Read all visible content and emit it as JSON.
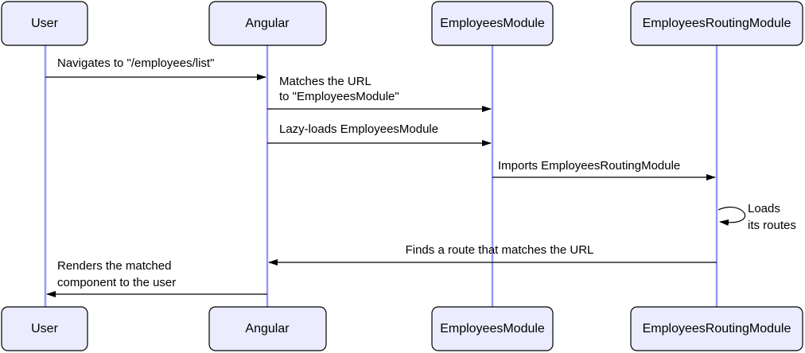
{
  "actors": [
    {
      "id": "user",
      "label": "User"
    },
    {
      "id": "angular",
      "label": "Angular"
    },
    {
      "id": "employees_module",
      "label": "EmployeesModule"
    },
    {
      "id": "employees_routing_module",
      "label": "EmployeesRoutingModule"
    }
  ],
  "messages": [
    {
      "from": "user",
      "to": "angular",
      "lines": [
        "Navigates to \"/employees/list\""
      ]
    },
    {
      "from": "angular",
      "to": "employees_module",
      "lines": [
        "Matches the URL",
        "to \"EmployeesModule\""
      ]
    },
    {
      "from": "angular",
      "to": "employees_module",
      "lines": [
        "Lazy-loads EmployeesModule"
      ]
    },
    {
      "from": "employees_module",
      "to": "employees_routing_module",
      "lines": [
        "Imports EmployeesRoutingModule"
      ]
    },
    {
      "from": "employees_routing_module",
      "to": "employees_routing_module",
      "lines": [
        "Loads",
        "its routes"
      ]
    },
    {
      "from": "employees_routing_module",
      "to": "angular",
      "lines": [
        "Finds a route that matches the URL"
      ]
    },
    {
      "from": "angular",
      "to": "user",
      "lines": [
        "Renders the matched",
        "component to the user"
      ]
    }
  ],
  "colors": {
    "actor_fill": "#ECECFF",
    "lifeline": "#9999FF",
    "arrow": "#000000"
  }
}
